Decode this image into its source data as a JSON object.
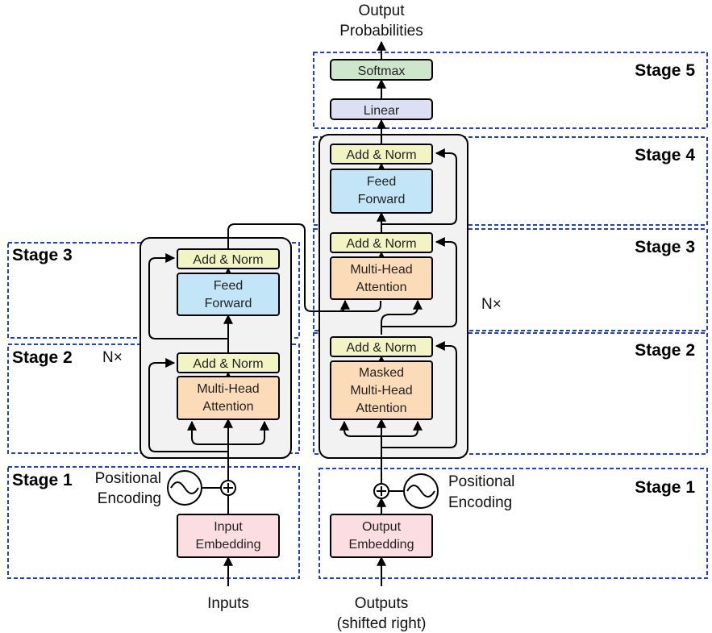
{
  "colors": {
    "stage_border": "#1f3fd6",
    "layer_fill": "#f2f2f2",
    "add_norm": "#f3f4c4",
    "feed_forward": "#c2e6f7",
    "attention": "#fcdcb8",
    "embedding": "#fbdde2",
    "linear": "#dde0f2",
    "softmax": "#cde6cc"
  },
  "encoder": {
    "stage3": "Stage 3",
    "stage2": "Stage 2",
    "stage1": "Stage 1",
    "nx": "N×",
    "add_norm_top": "Add & Norm",
    "ff_line1": "Feed",
    "ff_line2": "Forward",
    "add_norm_bottom": "Add & Norm",
    "mha_line1": "Multi-Head",
    "mha_line2": "Attention",
    "pos_line1": "Positional",
    "pos_line2": "Encoding",
    "emb_line1": "Input",
    "emb_line2": "Embedding",
    "input_label": "Inputs"
  },
  "decoder": {
    "stage5": "Stage 5",
    "stage4": "Stage 4",
    "stage3": "Stage 3",
    "stage2": "Stage 2",
    "stage1": "Stage 1",
    "nx": "N×",
    "output_line1": "Output",
    "output_line2": "Probabilities",
    "softmax": "Softmax",
    "linear": "Linear",
    "add_norm_top": "Add & Norm",
    "ff_line1": "Feed",
    "ff_line2": "Forward",
    "add_norm_mid": "Add & Norm",
    "mha_line1": "Multi-Head",
    "mha_line2": "Attention",
    "add_norm_bottom": "Add & Norm",
    "masked_line1": "Masked",
    "masked_line2": "Multi-Head",
    "masked_line3": "Attention",
    "pos_line1": "Positional",
    "pos_line2": "Encoding",
    "emb_line1": "Output",
    "emb_line2": "Embedding",
    "input_line1": "Outputs",
    "input_line2": "(shifted right)"
  }
}
